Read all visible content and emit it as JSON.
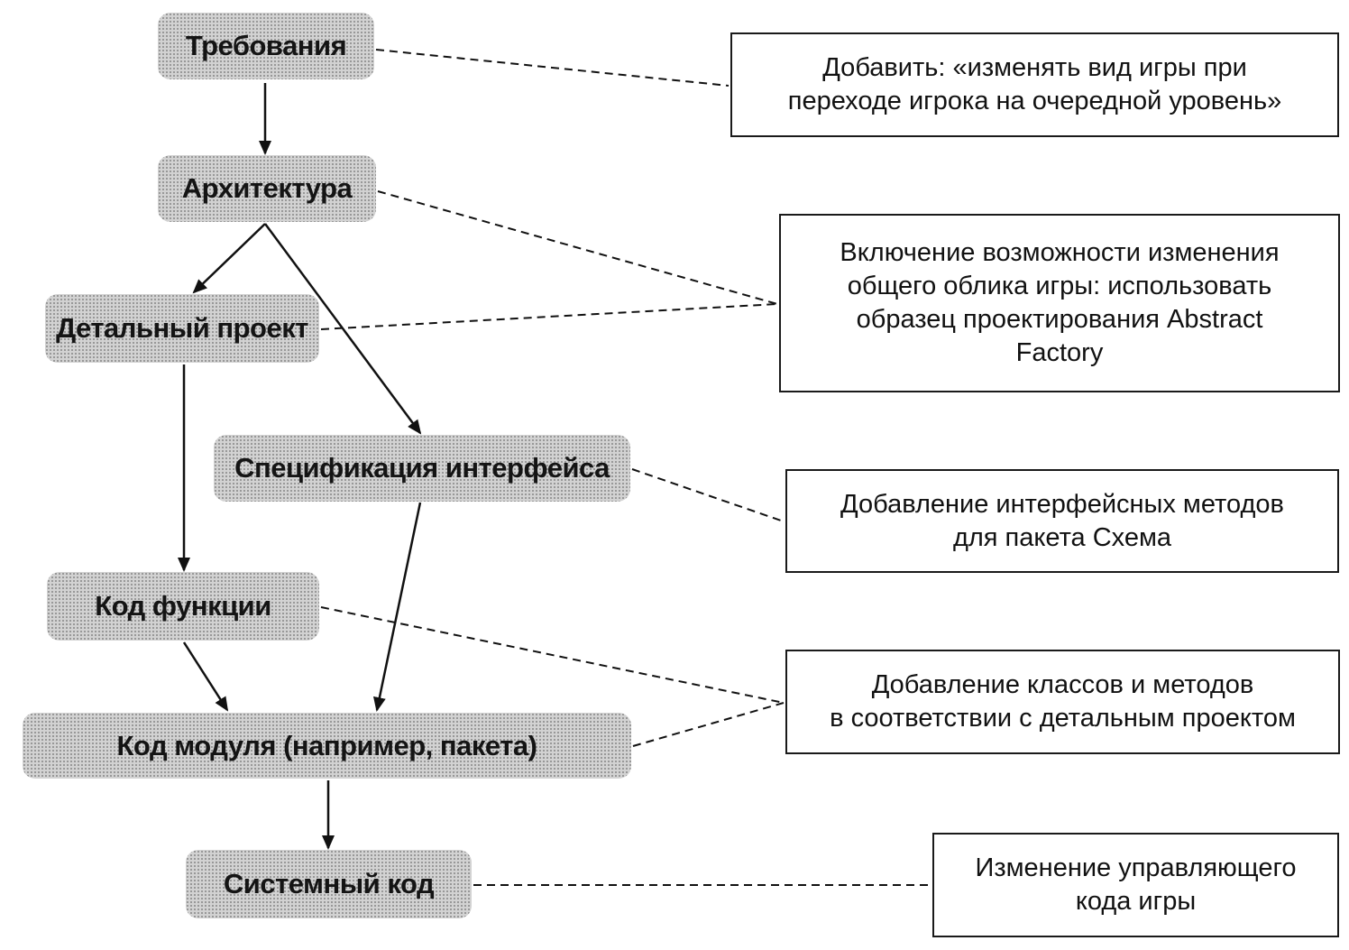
{
  "stages": {
    "requirements": "Требования",
    "architecture": "Архитектура",
    "detailed_design": "Детальный проект",
    "interface_spec": "Спецификация интерфейса",
    "function_code": "Код функции",
    "module_code": "Код модуля (например, пакета)",
    "system_code": "Системный код"
  },
  "notes": {
    "requirements": [
      "Добавить: «изменять вид игры при",
      "переходе игрока на очередной уровень»"
    ],
    "architecture": [
      "Включение возможности изменения",
      "общего облика игры: использовать",
      "образец проектирования Abstract",
      "Factory"
    ],
    "interface": [
      "Добавление интерфейсных методов",
      "для пакета Схема"
    ],
    "module": [
      "Добавление классов и методов",
      "в соответствии с детальным проектом"
    ],
    "system": [
      "Изменение управляющего",
      "кода игры"
    ]
  },
  "colors": {
    "stage_fill": "#d2d2d2",
    "stage_dots": "#8a8a8a",
    "line": "#111111",
    "note_border": "#1a1a1a"
  }
}
